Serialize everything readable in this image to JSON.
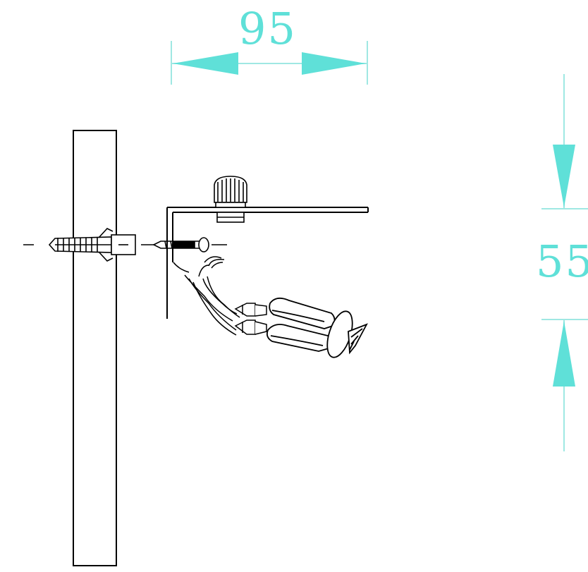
{
  "dimensions": {
    "width_label": "95",
    "height_label": "55"
  },
  "colors": {
    "dimension": "#5fe0d8",
    "linework": "#000000",
    "background": "#ffffff"
  },
  "components": [
    "wall",
    "wall-anchor",
    "screw",
    "mounting-bracket",
    "cable-gland",
    "wires",
    "connectors",
    "sensor-probe"
  ]
}
